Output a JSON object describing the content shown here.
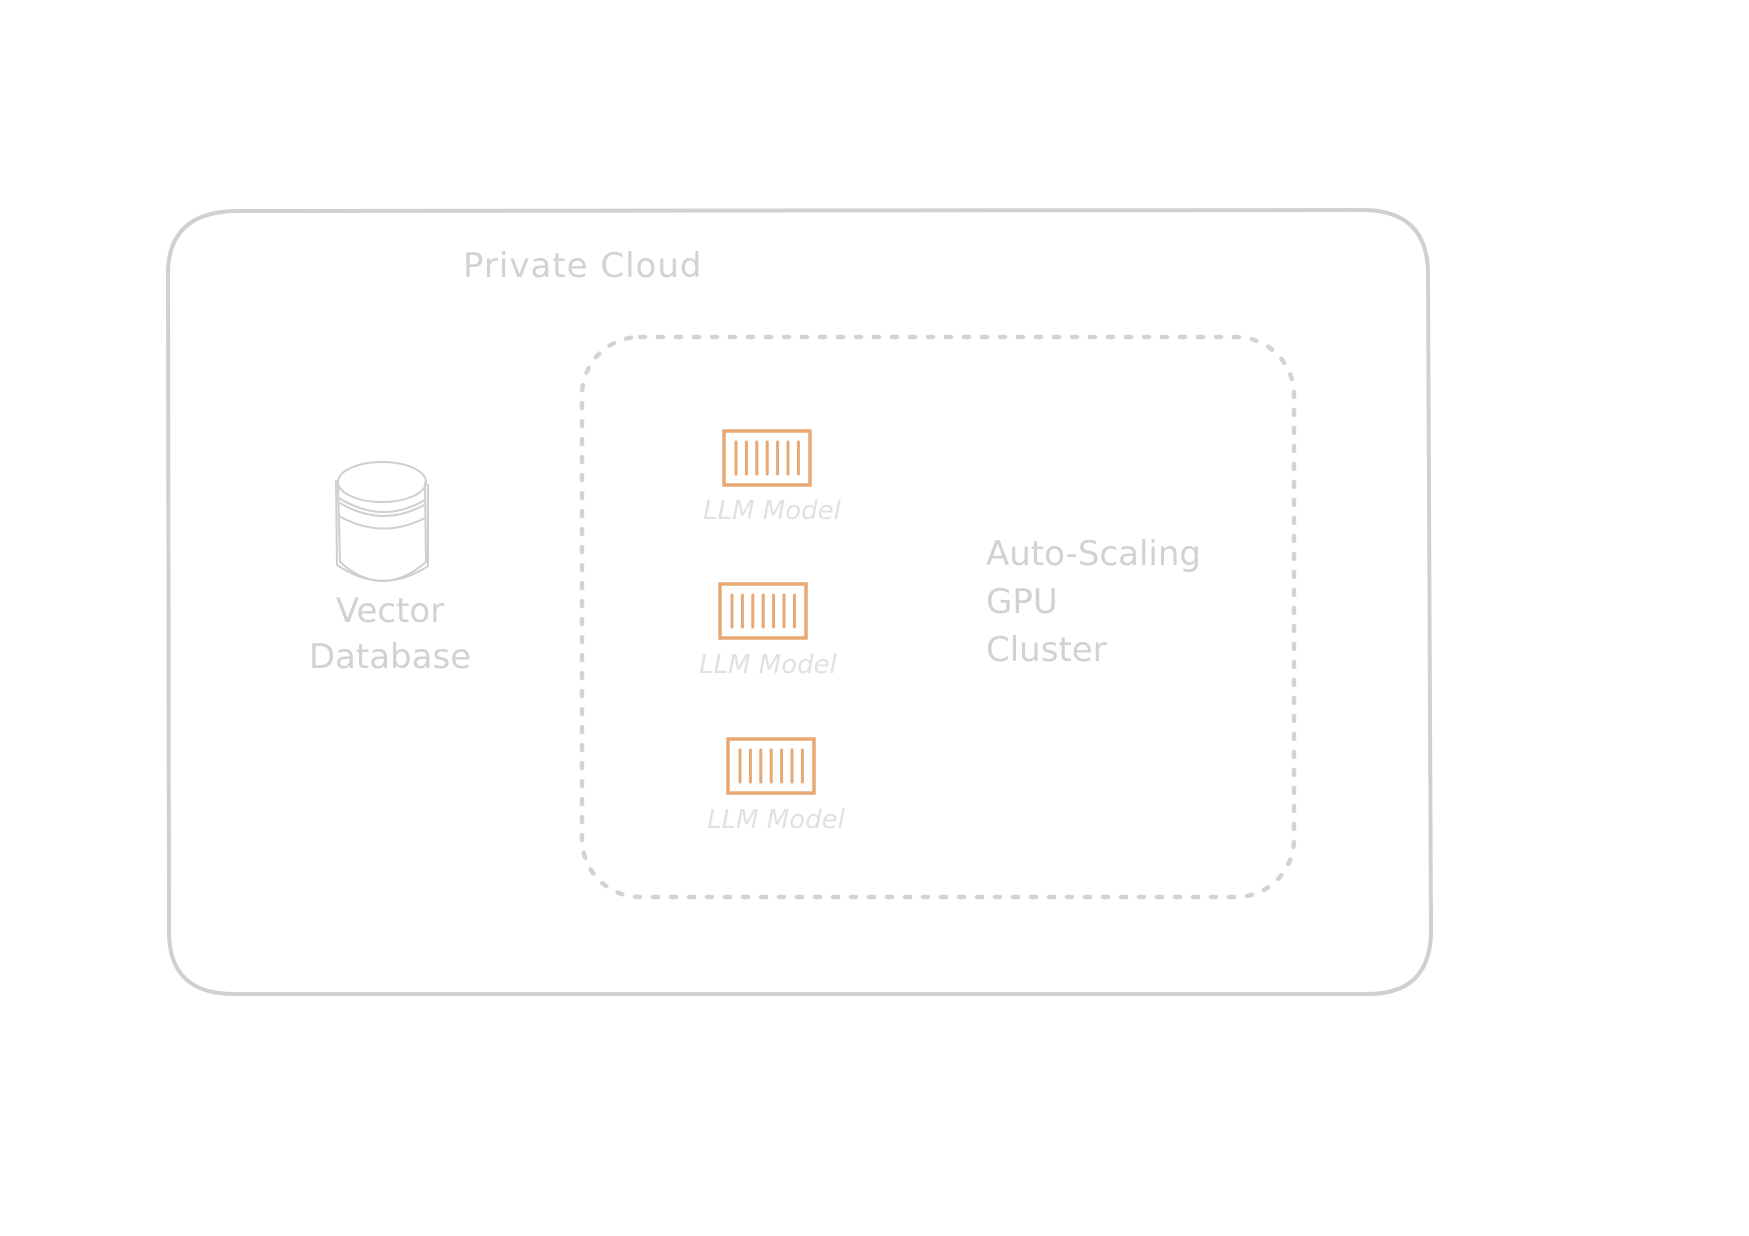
{
  "diagram": {
    "title": "Private Cloud",
    "vector_database": {
      "label": "Vector Database",
      "icon": "database-cylinder-icon"
    },
    "cluster": {
      "label": "Auto-Scaling\nGPU\nCluster",
      "border": "dotted"
    },
    "models": [
      {
        "label": "LLM Model",
        "icon": "container-icon"
      },
      {
        "label": "LLM Model",
        "icon": "container-icon"
      },
      {
        "label": "LLM Model",
        "icon": "container-icon"
      }
    ],
    "colors": {
      "stroke_gray": "#d0d0d0",
      "text_gray": "#d2d2d2",
      "label_light_gray": "#e1e1e1",
      "container_orange": "#e8a874",
      "background": "#ffffff"
    }
  }
}
